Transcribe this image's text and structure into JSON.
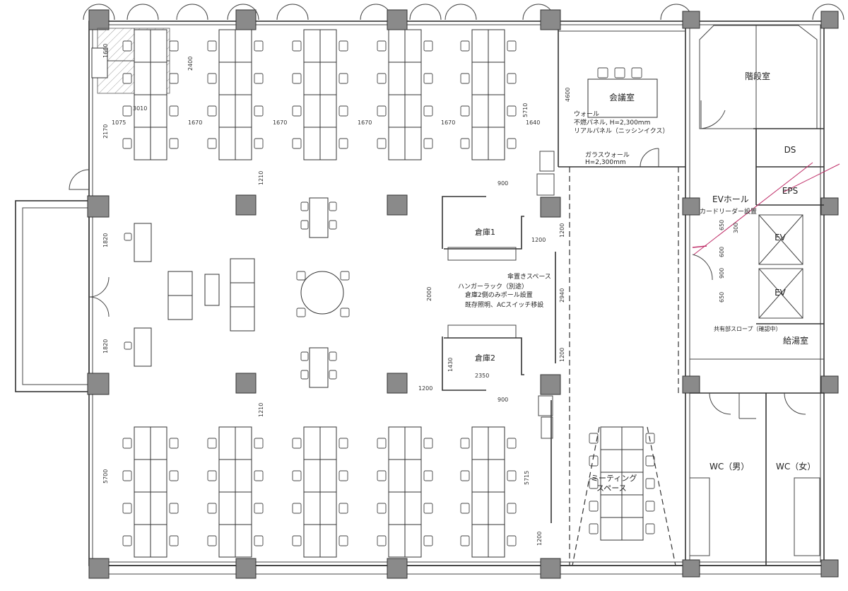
{
  "rooms": {
    "kaigishitsu": "会議室",
    "kaidanshitsu": "階段室",
    "ds": "DS",
    "eps": "EPS",
    "ev_hall": "EVホール",
    "ev1": "EV",
    "ev2": "EV",
    "kyutoushitsu": "給湯室",
    "wc_men": "WC（男）",
    "wc_women": "WC（女）",
    "souko1": "倉庫1",
    "souko2": "倉庫2",
    "meeting_space_1": "ミーティング",
    "meeting_space_2": "スペース"
  },
  "notes": {
    "wall_1": "ウォール",
    "wall_2": "不燃パネル, H=2,300mm",
    "wall_3": "リアルパネル（ニッシンイクス）",
    "glass_1": "ガラスウォール",
    "glass_2": "H=2,300mm",
    "card_reader": "カードリーダー設置",
    "umbrella": "傘置きスペース",
    "hanger": "ハンガーラック（別途）",
    "pole": "倉庫2側のみポール設置",
    "switch": "既存照明、ACスイッチ移設",
    "slope": "共有部スロープ（確認中）"
  },
  "dims": {
    "d1660": "1660",
    "d2400": "2400",
    "d3010": "3010",
    "d1075": "1075",
    "d2170": "2170",
    "d1670a": "1670",
    "d1670b": "1670",
    "d1670c": "1670",
    "d1670d": "1670",
    "d1640": "1640",
    "d5710": "5710",
    "d4600": "4600",
    "d1210a": "1210",
    "d1210b": "1210",
    "d900a": "900",
    "d900b": "900",
    "d1200a": "1200",
    "d1200b": "1200",
    "d1200c": "1200",
    "d1200d": "1200",
    "d1200e": "1200",
    "d2940": "2940",
    "d2000": "2000",
    "d1430": "1430",
    "d2350": "2350",
    "d1820a": "1820",
    "d1820b": "1820",
    "d5700": "5700",
    "d5715": "5715",
    "d650a": "650",
    "d300": "300",
    "d600": "600",
    "d900c": "900",
    "d650b": "650"
  },
  "colors": {
    "line": "#333333",
    "column": "#8a8a8a",
    "accent_line": "#c0306a"
  }
}
